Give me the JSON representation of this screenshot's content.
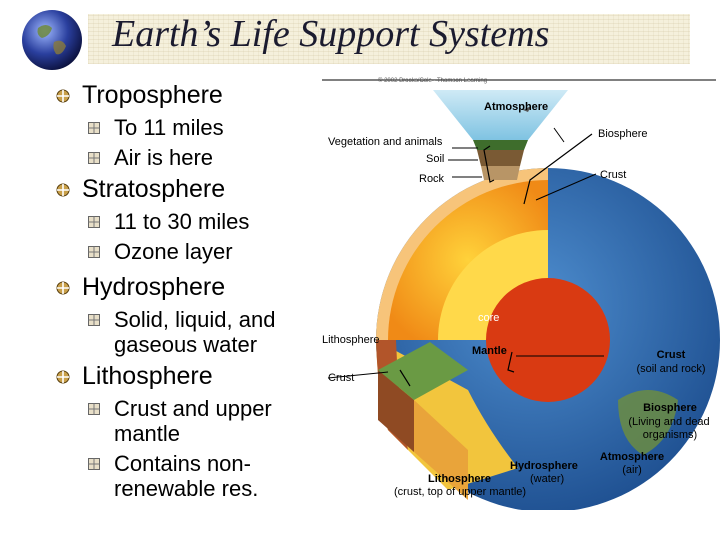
{
  "title": "Earth’s Life Support Systems",
  "bullets": [
    {
      "heading": "Troposphere",
      "subs": [
        "To 11 miles",
        "Air is here"
      ]
    },
    {
      "heading": "Stratosphere",
      "subs": [
        "11 to 30 miles",
        "Ozone layer"
      ]
    },
    {
      "heading": "Hydrosphere",
      "subs": [
        "Solid, liquid, and gaseous water"
      ]
    },
    {
      "heading": "Lithosphere",
      "subs": [
        "Crust and upper mantle",
        "Contains non-renewable res."
      ]
    }
  ],
  "diagram": {
    "copyright": "© 2002 Brooks/Cole - Thomson Learning",
    "atmosphere": "Atmosphere",
    "biosphere": "Biosphere",
    "vegetation": "Vegetation and animals",
    "soil": "Soil",
    "rock": "Rock",
    "crust": "Crust",
    "core": "core",
    "lithosphere_left": "Lithosphere",
    "mantle": "Mantle",
    "crust_right": "Crust",
    "crust_right_sub": "(soil and rock)",
    "crust_left": "Crust",
    "biosphere2": "Biosphere",
    "biosphere2_sub1": "(Living and dead",
    "biosphere2_sub2": "organisms)",
    "hydrosphere": "Hydrosphere",
    "hydrosphere_sub": "(water)",
    "atmosphere2": "Atmosphere",
    "atmosphere2_sub": "(air)",
    "lithosphere_bottom": "Lithosphere",
    "lithosphere_bottom_sub": "(crust, top of upper mantle)"
  }
}
